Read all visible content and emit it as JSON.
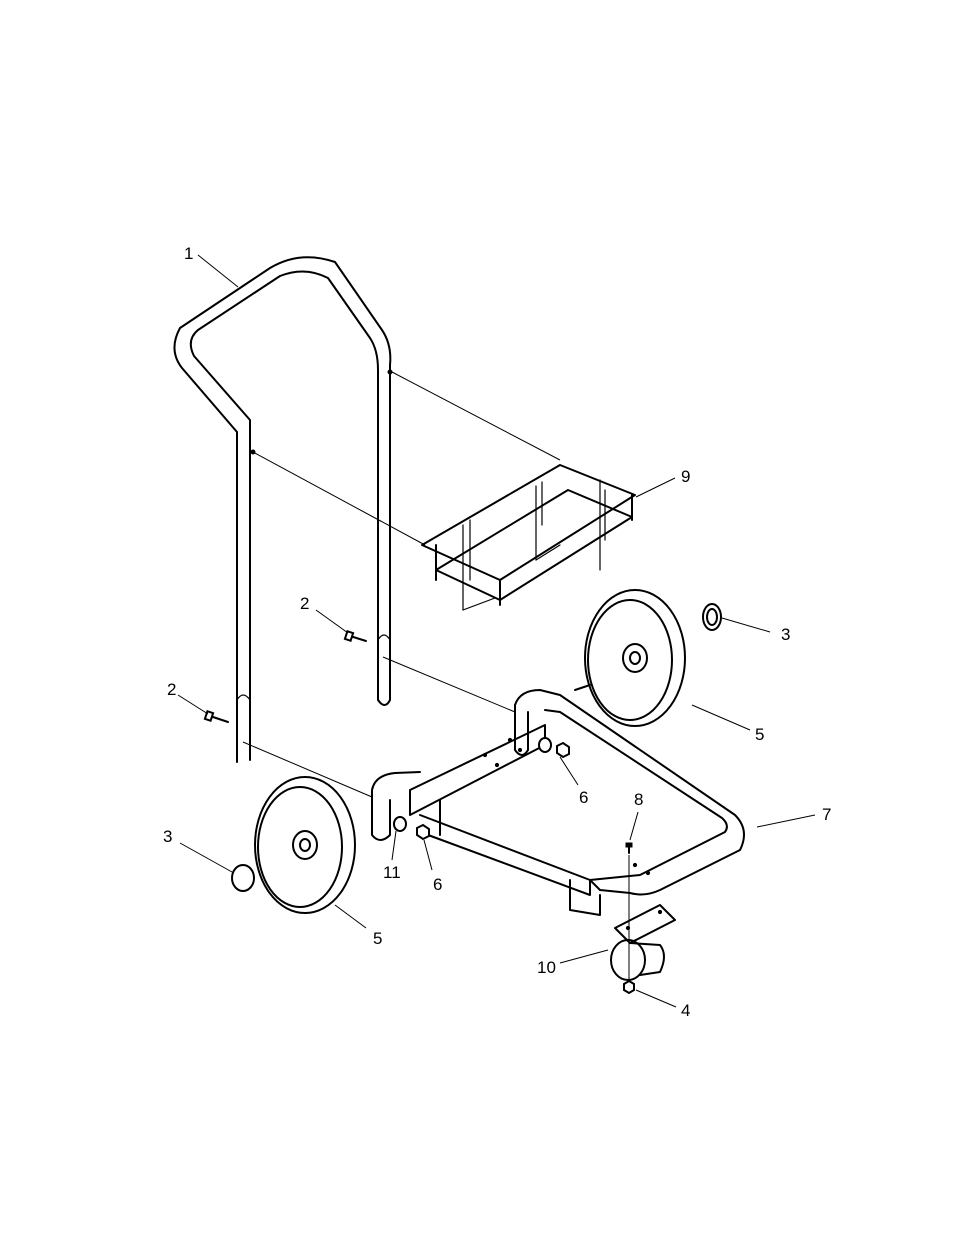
{
  "callouts": [
    {
      "id": "c1",
      "text": "1"
    },
    {
      "id": "c2a",
      "text": "2"
    },
    {
      "id": "c2b",
      "text": "2"
    },
    {
      "id": "c3a",
      "text": "3"
    },
    {
      "id": "c3b",
      "text": "3"
    },
    {
      "id": "c4",
      "text": "4"
    },
    {
      "id": "c5a",
      "text": "5"
    },
    {
      "id": "c5b",
      "text": "5"
    },
    {
      "id": "c6a",
      "text": "6"
    },
    {
      "id": "c6b",
      "text": "6"
    },
    {
      "id": "c7",
      "text": "7"
    },
    {
      "id": "c8",
      "text": "8"
    },
    {
      "id": "c9",
      "text": "9"
    },
    {
      "id": "c10",
      "text": "10"
    },
    {
      "id": "c11",
      "text": "11"
    }
  ]
}
